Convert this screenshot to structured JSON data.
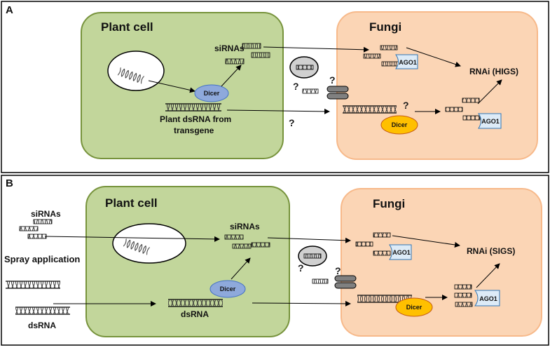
{
  "panels": {
    "a": {
      "letter": "A",
      "plant_title": "Plant cell",
      "fungi_title": "Fungi",
      "sirnas_label": "siRNAs",
      "dicer_plant": "Dicer",
      "dsrna_label_line1": "Plant dsRNA from",
      "dsrna_label_line2": "transgene",
      "dicer_fungi": "Dicer",
      "ago_top": "AGO1",
      "ago_bottom": "AGO1",
      "rnai": "RNAi (HIGS)",
      "q_vesicle": "?",
      "q_transporter": "?",
      "q_mid": "?",
      "q_fungi_dsrna": "?"
    },
    "b": {
      "letter": "B",
      "plant_title": "Plant cell",
      "fungi_title": "Fungi",
      "sirnas_label": "siRNAs",
      "spray_sirnas_label": "siRNAs",
      "spray_label": "Spray application",
      "spray_dsrna_label": "dsRNA",
      "dsrna_label": "dsRNA",
      "dicer_plant": "Dicer",
      "dicer_fungi": "Dicer",
      "ago_top": "AGO1",
      "ago_bottom": "AGO1",
      "rnai": "RNAi (SIGS)",
      "q_vesicle": "?",
      "q_transporter": "?"
    }
  },
  "colors": {
    "plant_fill": "#c2d69b",
    "plant_stroke": "#77933c",
    "fungi_fill": "#fbd5b5",
    "fungi_stroke": "#f7b98a",
    "dicer_plant": "#8ea9db",
    "dicer_fungi": "#ffc000",
    "ago": "#ddebf7",
    "vesicle": "#d0d0d0",
    "transporter": "#808080"
  }
}
